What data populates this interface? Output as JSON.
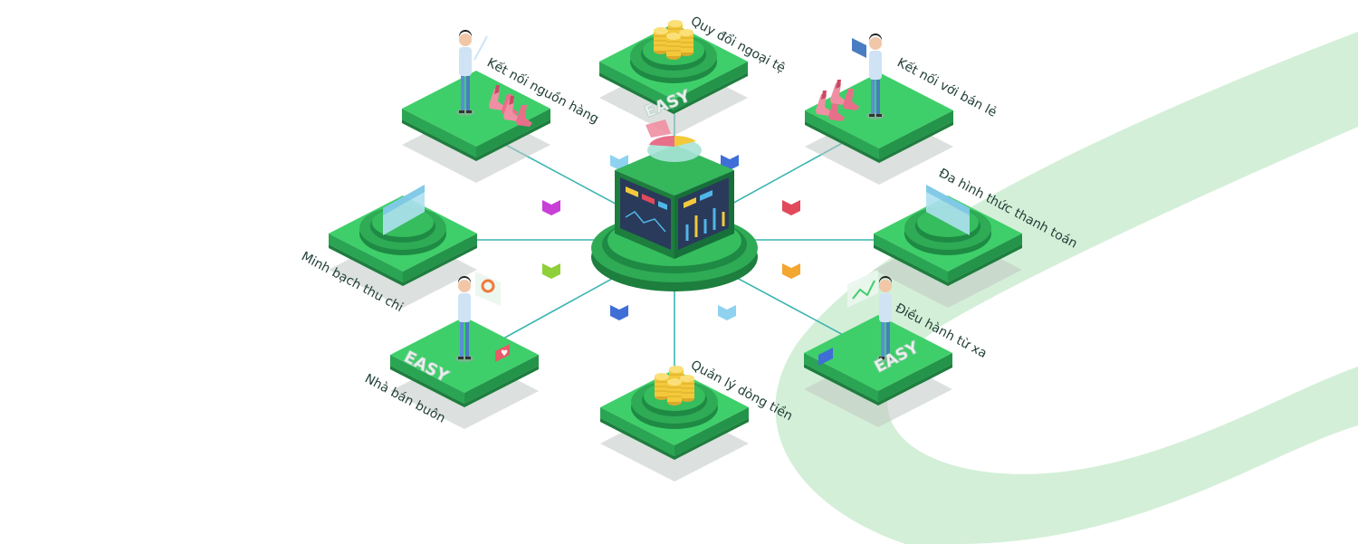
{
  "labels": {
    "ket_noi_nguon_hang": "Kết nối nguồn hàng",
    "quy_doi_ngoai_te": "Quy đổi ngoại tệ",
    "ket_noi_ban_le": "Kết nối với bán lẻ",
    "da_hinh_thuc_thanh_toan": "Đa hình thức thanh toán",
    "minh_bach_thu_chi": "Minh bạch thu chi",
    "dieu_hanh_tu_xa": "Điều hành từ xa",
    "nha_ban_buon": "Nhà bán buôn",
    "quan_ly_dong_tien": "Quản lý dòng tiền"
  },
  "logos": {
    "hub": "EASY",
    "wholesale": "EASY",
    "remote": "EASY"
  },
  "colors": {
    "platform_top": "#50d774",
    "platform_side": "#2fae58",
    "ring_dark": "#1e8a44",
    "ring_mid": "#34b85a",
    "connector": "#3bb5b0",
    "swoosh": "#d4efd8",
    "coin": "#f3c93b",
    "screen": "#2a3a5a"
  },
  "icons": {
    "cube_1": "magenta-cube-icon",
    "cube_2": "red-cube-icon",
    "cube_3": "lime-cube-icon",
    "cube_4": "orange-cube-icon",
    "cube_5": "blue-cube-icon",
    "cube_6": "lightblue-cube-icon",
    "heart": "heart-icon",
    "chart": "chart-icon"
  }
}
